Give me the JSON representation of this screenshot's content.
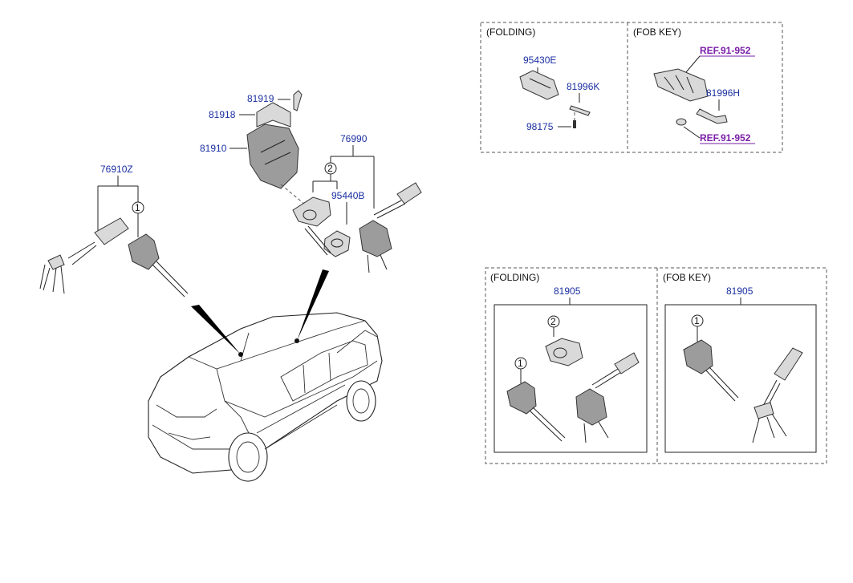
{
  "main_diagram": {
    "labels": {
      "p81919": "81919",
      "p81918": "81918",
      "p81910": "81910",
      "p76990": "76990",
      "p76910z": "76910Z",
      "p95440b": "95440B",
      "callout1": "1",
      "callout2": "2"
    }
  },
  "folding_top": {
    "title": "(FOLDING)",
    "labels": {
      "p95430e": "95430E",
      "p81996k": "81996K",
      "p98175": "98175"
    }
  },
  "fobkey_top": {
    "title": "(FOB KEY)",
    "labels": {
      "ref1": "REF.91-952",
      "p81996h": "81996H",
      "ref2": "REF.91-952"
    }
  },
  "folding_bottom": {
    "title": "(FOLDING)",
    "part_no": "81905",
    "callout1": "1",
    "callout2": "2"
  },
  "fobkey_bottom": {
    "title": "(FOB KEY)",
    "part_no": "81905",
    "callout1": "1"
  }
}
